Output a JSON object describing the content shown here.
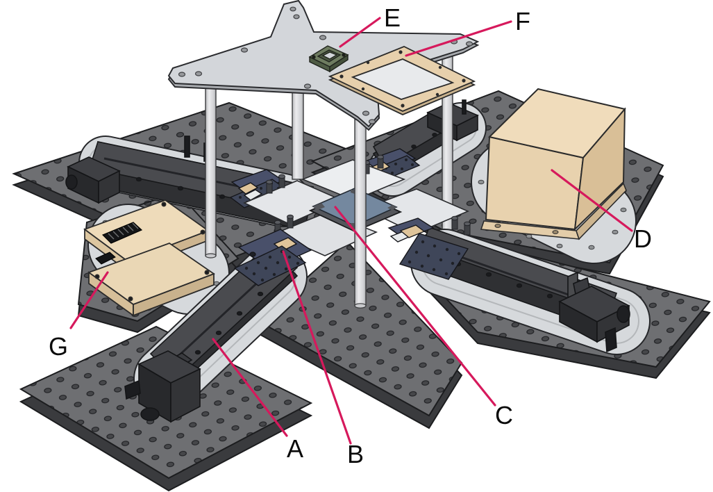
{
  "figure": {
    "type": "labeled-isometric-diagram",
    "callout_letters": "A B C D E F G"
  },
  "callouts": [
    {
      "letter": "A"
    },
    {
      "letter": "B"
    },
    {
      "letter": "C"
    },
    {
      "letter": "D"
    },
    {
      "letter": "E"
    },
    {
      "letter": "F"
    },
    {
      "letter": "G"
    }
  ],
  "colors": {
    "leader": "#d6195c",
    "base_plate": "#6e6f72",
    "plate_side": "#3a3b3e",
    "mount_pad": "#d6d9dc",
    "stage_dark": "#313236",
    "carriage_navy": "#49506a",
    "perforated_navy": "#3f4659",
    "actuator_tan": "#dfc49a",
    "chip_blue": "#74889f",
    "chip_frame": "#54565b",
    "flexure_white": "#e4e6e9",
    "platform_gray": "#d3d6da",
    "socket_green": "#6e7c60",
    "frame_tan": "#e7d0ac",
    "box_beige": "#e8d2ae",
    "box_top": "#f0dcbb",
    "box_right": "#d9bf97",
    "module_beige": "#eedbba"
  }
}
